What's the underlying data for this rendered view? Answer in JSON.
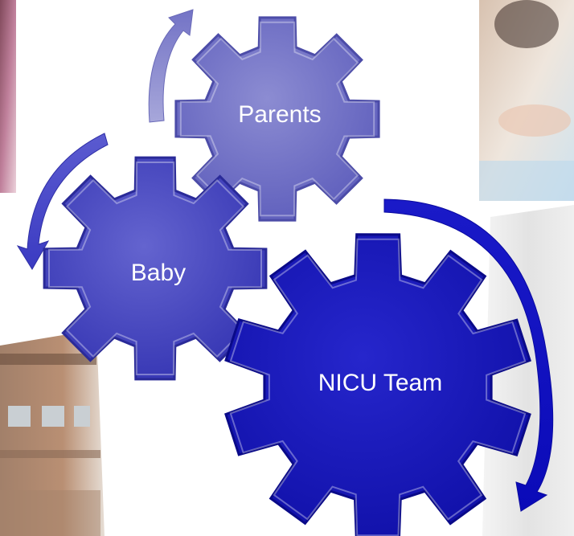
{
  "gears": [
    {
      "id": "parents",
      "label": "Parents",
      "color": "#7777c8"
    },
    {
      "id": "baby",
      "label": "Baby",
      "color": "#4e4ec0"
    },
    {
      "id": "nicu",
      "label": "NICU Team",
      "color": "#1f1fc4"
    }
  ],
  "arrows": [
    {
      "id": "arrow-top",
      "color": "#9a9ad8",
      "direction": "up"
    },
    {
      "id": "arrow-left",
      "color": "#5a5ad0",
      "direction": "down"
    },
    {
      "id": "arrow-right",
      "color": "#1414c8",
      "direction": "down"
    }
  ],
  "background_photos": [
    "photo-top-left",
    "photo-top-right",
    "photo-building-bottom-left",
    "photo-panel-right"
  ]
}
